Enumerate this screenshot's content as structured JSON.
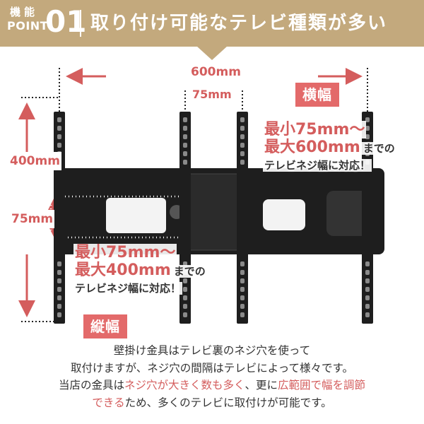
{
  "header": {
    "point_small": "機能",
    "point_label": "POINT",
    "point_number": "01",
    "title": "取り付け可能なテレビ種類が多い"
  },
  "dimensions": {
    "width_max": "600mm",
    "width_min": "75mm",
    "height_max": "400mm",
    "height_min": "75mm"
  },
  "badges": {
    "horizontal": "横幅",
    "vertical": "縦幅"
  },
  "callout_horizontal": {
    "line1_red": "最小75mm〜",
    "line2_red": "最大600mm",
    "line2_dark": "までの",
    "line3": "テレビネジ幅に対応！"
  },
  "callout_vertical": {
    "line1_red": "最小75mm〜",
    "line2_red": "最大400mm",
    "line2_dark": "までの",
    "line3": "テレビネジ幅に対応！"
  },
  "description": {
    "line1": "壁掛け金具はテレビ裏のネジ穴を使って",
    "line2": "取付けますが、ネジ穴の間隔はテレビによって様々です。",
    "line3_a": "当店の金具は",
    "line3_b": "ネジ穴が大きく数も多く",
    "line3_c": "、更に",
    "line3_d": "広範囲で幅を調節",
    "line4_a": "できる",
    "line4_b": "ため、多くのテレビに取付けが可能です。"
  },
  "colors": {
    "header_bg": "#c3a97d",
    "accent_red": "#d45d5d",
    "badge_bg": "#e36a6a",
    "metal": "#1e1e1e"
  }
}
